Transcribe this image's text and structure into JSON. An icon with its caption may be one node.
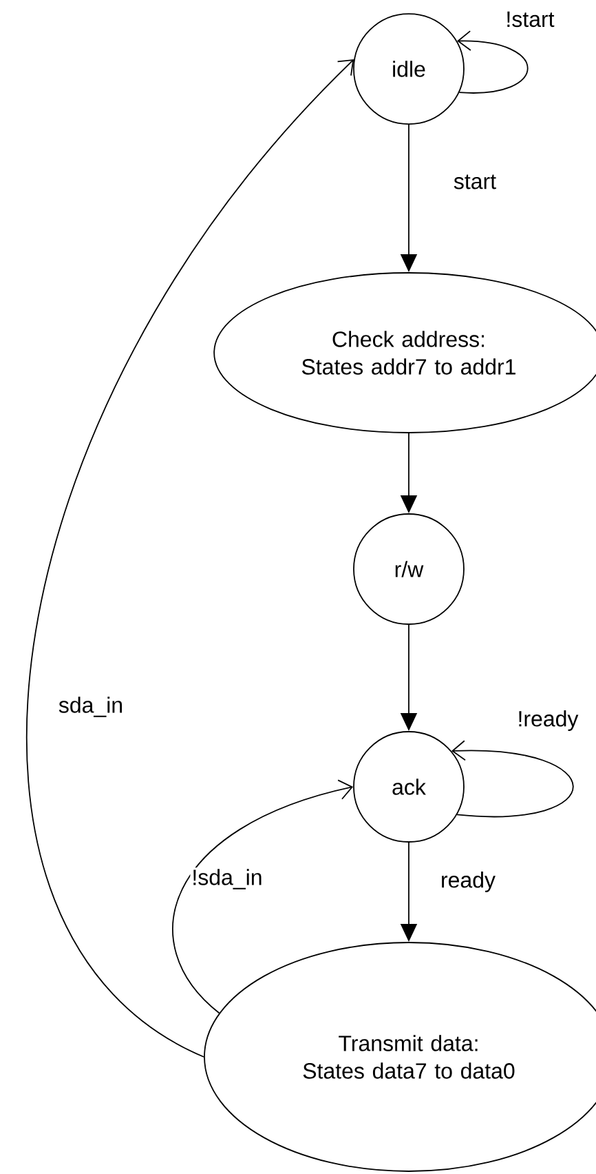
{
  "diagram": {
    "nodes": [
      {
        "text": [
          "idle"
        ]
      },
      {
        "text": [
          "Check address: States addr7 to addr1"
        ]
      },
      {
        "text": [
          "r/w"
        ]
      },
      {
        "text": [
          "ack"
        ]
      },
      {
        "text": [
          "Transmit data: States data7 to data0"
        ]
      }
    ],
    "edges": [
      {
        "from": 0,
        "to": 0,
        "arrow": "to",
        "label": "!start"
      },
      {
        "from": 0,
        "to": 1,
        "arrow": "to",
        "label": "start"
      },
      {
        "from": 1,
        "to": 2,
        "arrow": "to"
      },
      {
        "from": 2,
        "to": 3,
        "arrow": "to"
      },
      {
        "from": 3,
        "to": 3,
        "arrow": "to",
        "label": "!ready"
      },
      {
        "from": 3,
        "to": 4,
        "arrow": "to",
        "label": "ready"
      },
      {
        "from": 4,
        "to": 3,
        "arrow": "to",
        "label": "!sda_in"
      },
      {
        "from": 4,
        "to": 0,
        "arrow": "to",
        "label": "sda_in"
      }
    ]
  }
}
